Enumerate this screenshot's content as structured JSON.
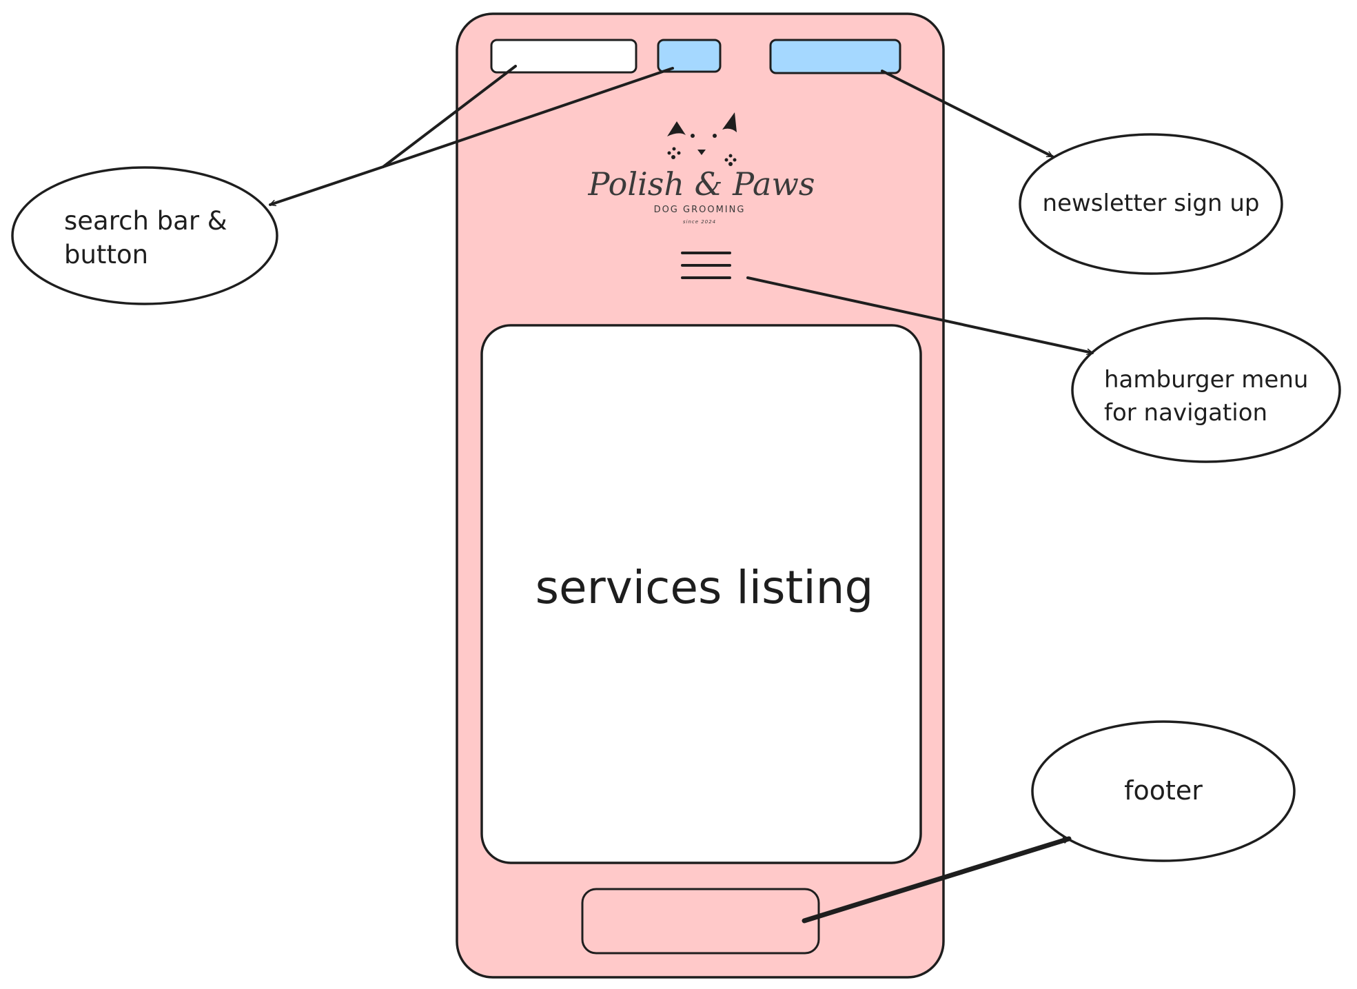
{
  "colors": {
    "phone_bg": "#ffc9c9",
    "button_blue": "#a5d8ff",
    "content_white": "#ffffff",
    "stroke": "#1e1e1e"
  },
  "mockup": {
    "logo": {
      "name": "Polish & Paws",
      "tagline": "DOG GROOMING",
      "since": "since 2024",
      "icon": "dog-face-paws-icon"
    },
    "hamburger_icon": "hamburger-menu-icon",
    "content_label": "services listing"
  },
  "annotations": {
    "search": [
      "search bar &",
      "button"
    ],
    "newsletter": "newsletter sign up",
    "hamburger": [
      "hamburger menu",
      "for navigation"
    ],
    "footer": "footer"
  }
}
